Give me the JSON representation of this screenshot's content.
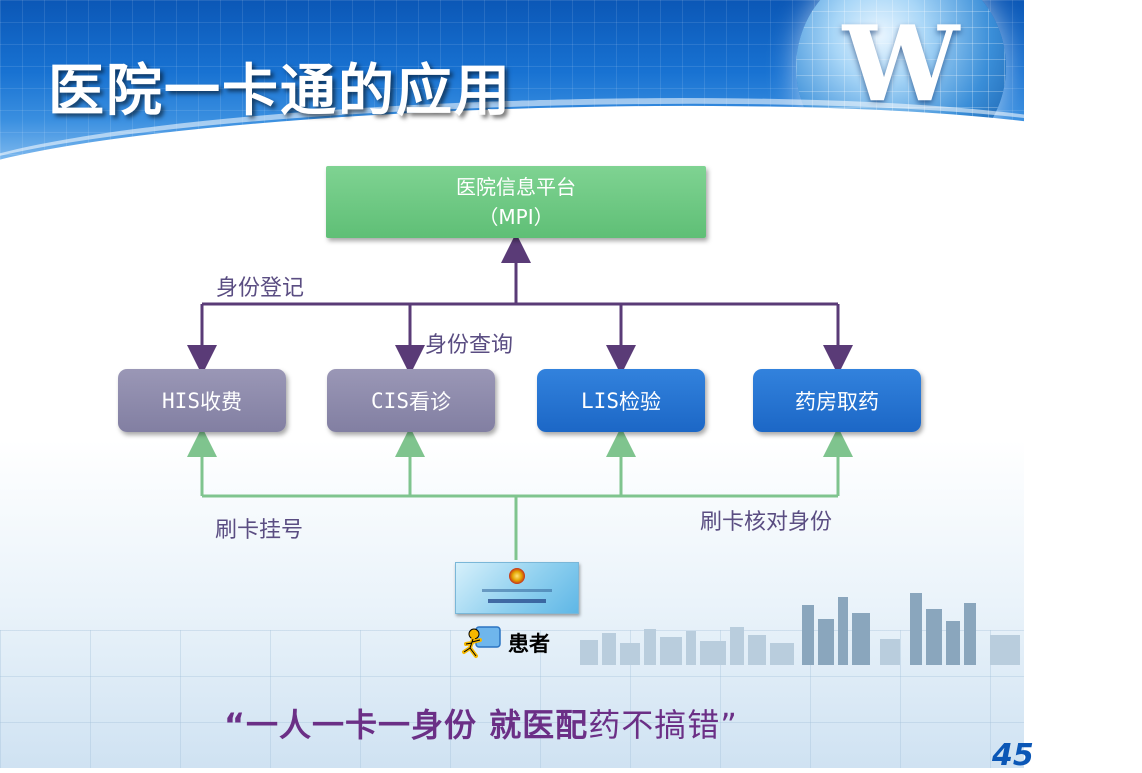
{
  "slide": {
    "title": "医院一卡通的应用",
    "page_number": "45"
  },
  "diagram": {
    "platform": {
      "line1": "医院信息平台",
      "line2": "（MPI）"
    },
    "systems": [
      {
        "prefix": "HIS",
        "label": "收费"
      },
      {
        "prefix": "CIS",
        "label": "看诊"
      },
      {
        "prefix": "LIS",
        "label": "检验"
      },
      {
        "prefix": "",
        "label": "药房取药"
      }
    ],
    "labels": {
      "identity_register": "身份登记",
      "identity_query": "身份查询",
      "card_register": "刷卡挂号",
      "card_verify": "刷卡核对身份"
    },
    "patient": "患者",
    "colors": {
      "platform": "#6cc784",
      "system_gray": "#8e8bad",
      "system_blue": "#2676d6",
      "purple_arrow": "#5a3b77",
      "green_arrow": "#7fc48e"
    }
  },
  "slogan": {
    "part1": "“一人一卡一身份 就医配",
    "part2": "药不搞错”"
  }
}
